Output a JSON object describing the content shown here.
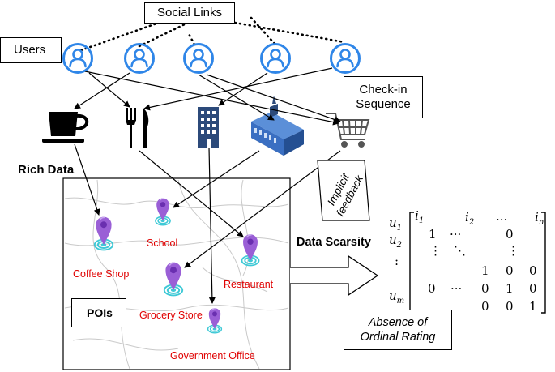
{
  "labels": {
    "social_links": "Social Links",
    "users": "Users",
    "checkin": [
      "Check-in",
      "Sequence"
    ],
    "rich_data": "Rich Data",
    "implicit_feedback": [
      "Implicit",
      "feedback"
    ],
    "data_scarsity": "Data Scarsity",
    "pois": "POIs",
    "absence": [
      "Absence of",
      "Ordinal Rating"
    ]
  },
  "pois": {
    "coffee_shop": "Coffee Shop",
    "school": "School",
    "restaurant": "Restaurant",
    "grocery_store": "Grocery Store",
    "government_office": "Government Office"
  },
  "matrix": {
    "col_headers": [
      "i",
      "i",
      "...",
      "i"
    ],
    "col_subs": [
      "1",
      "2",
      "",
      "n"
    ],
    "row_headers": [
      "u",
      "u",
      ":",
      "u"
    ],
    "row_subs": [
      "1",
      "2",
      "",
      "m"
    ],
    "cells": {
      "r1c1": "1",
      "r1c2": "···",
      "r1c4": "0",
      "r2c1": "⋮",
      "r2c2": "⋱",
      "r2c4": "⋮",
      "r3c3": "1",
      "r3c4": "0",
      "r3c5": "0",
      "r4c1": "0",
      "r4c2": "···",
      "r4c3": "0",
      "r4c4": "1",
      "r4c5": "0",
      "r5c3": "0",
      "r5c4": "0",
      "r5c5": "1"
    }
  },
  "colors": {
    "user_icon": "#2f86e8",
    "pin": "#9a5fd6",
    "pin_ring": "#3ec9d6",
    "poi_text": "#e00000",
    "building": "#2c4a7a",
    "cart": "#555555"
  },
  "icons": [
    "user-icon",
    "coffee-cup-icon",
    "fork-knife-icon",
    "office-building-icon",
    "government-building-icon",
    "shopping-cart-icon",
    "map-pin-icon"
  ]
}
